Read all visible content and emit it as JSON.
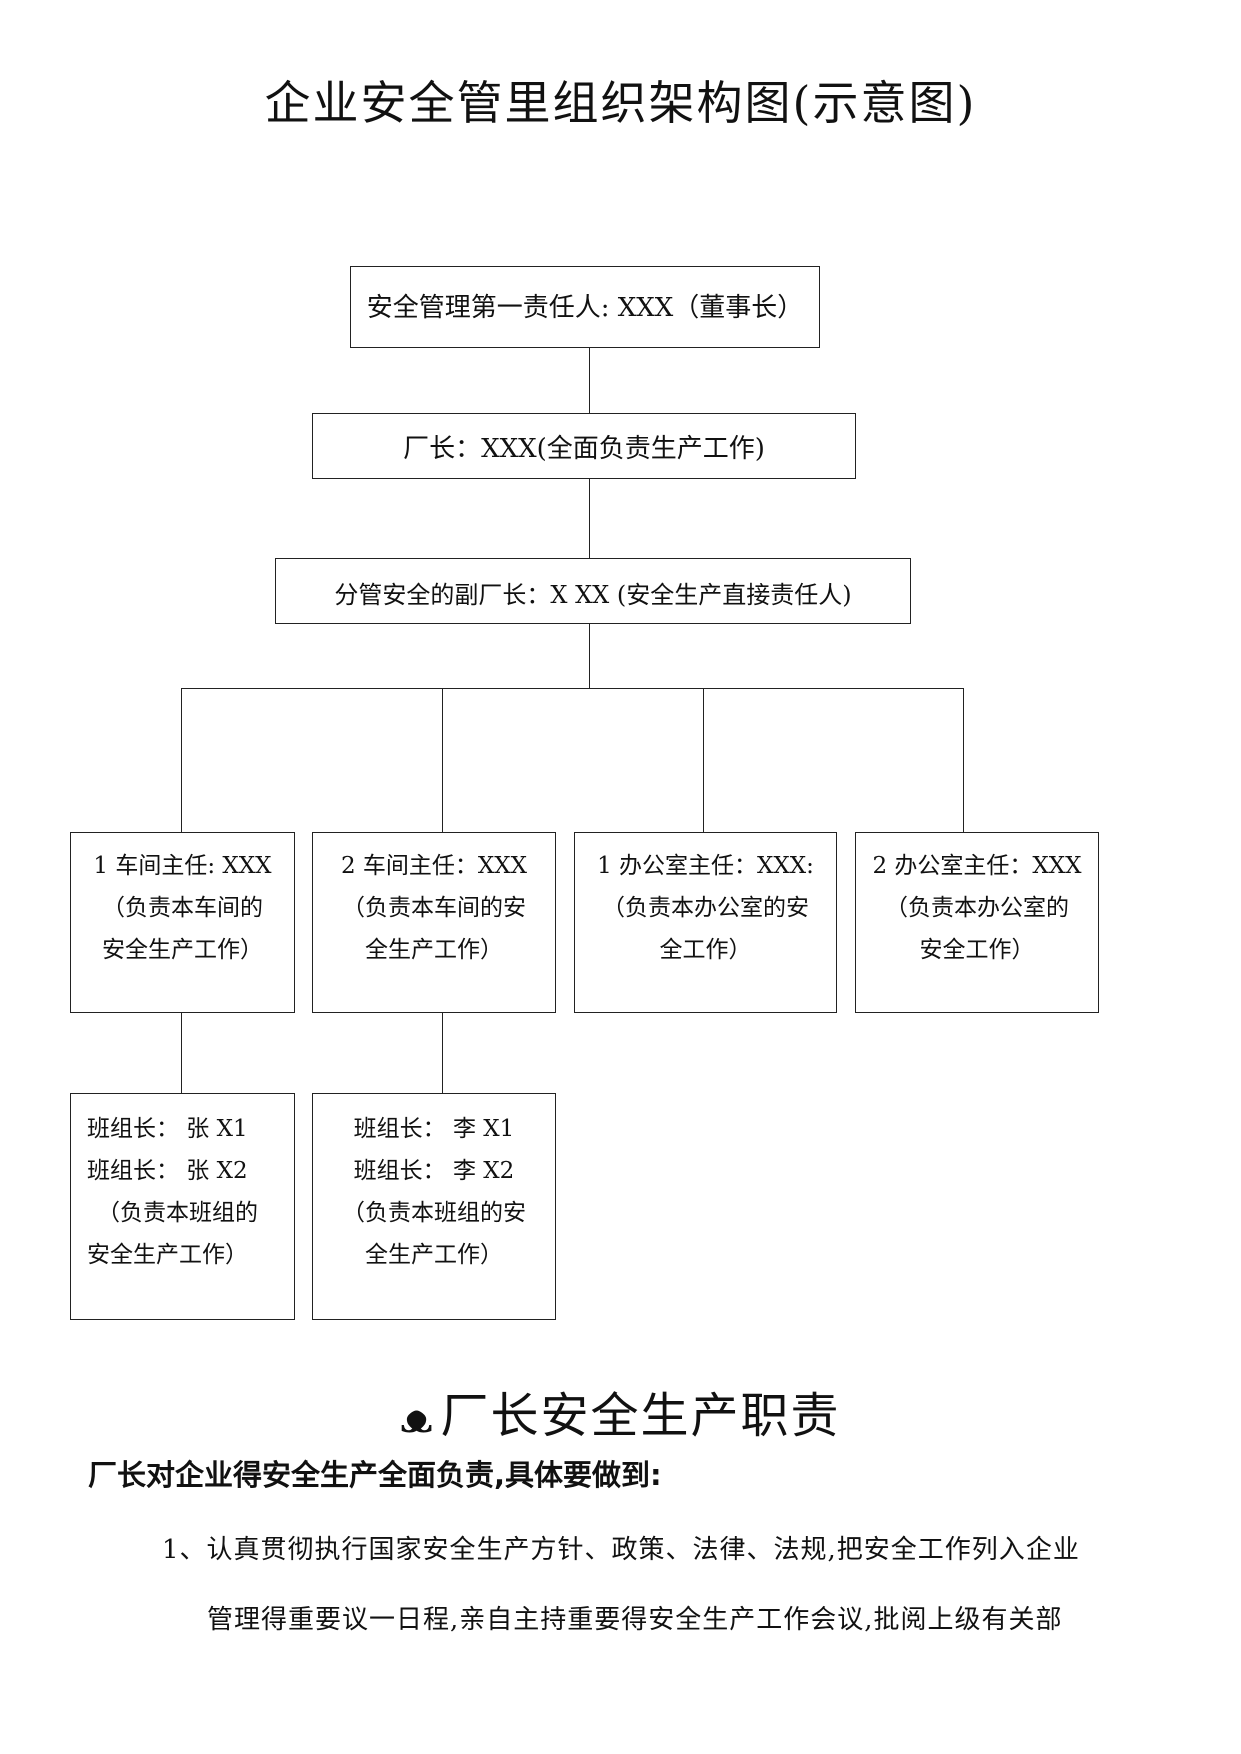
{
  "title": "企业安全管里组织架构图(示意图)",
  "org": {
    "chairman": "安全管理第一责任人: XXX（董事长）",
    "director": "厂长：XXX(全面负责生产工作)",
    "deputy": "分管安全的副厂长：X XX (安全生产直接责任人)",
    "workshop1": [
      "1 车间主任:  XXX",
      "（负责本车间的",
      "安全生产工作）"
    ],
    "workshop2": [
      "2 车间主任：XXX",
      "（负责本车间的安",
      "全生产工作）"
    ],
    "office1": [
      "1 办公室主任：XXX:",
      "（负责本办公室的安",
      "全工作）"
    ],
    "office2": [
      "2 办公室主任：XXX",
      "（负责本办公室的",
      "安全工作）"
    ],
    "team1": [
      "班组长：  张 X1",
      "班组长：  张 X2",
      "（负责本班组的",
      "安全生产工作）"
    ],
    "team2": [
      "班组长：  李 X1",
      "班组长：    李 X2",
      "（负责本班组的安",
      "全生产工作）"
    ]
  },
  "section": {
    "bullet": "ᴥ",
    "heading": "厂长安全生产职责",
    "intro": "厂长对企业得安全生产全面负责,具体要做到:",
    "item1_num": "1、",
    "item1_line1": "认真贯彻执行国家安全生产方针、政策、法律、法规,把安全工作列入企业",
    "item1_line2": "管理得重要议一日程,亲自主持重要得安全生产工作会议,批阅上级有关部"
  }
}
